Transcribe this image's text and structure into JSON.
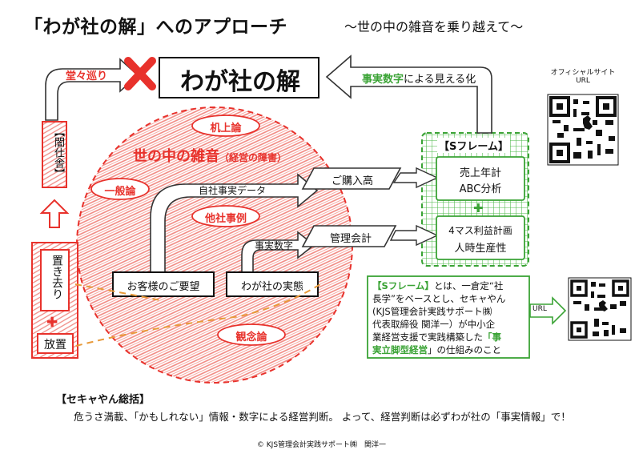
{
  "header": {
    "title": "「わが社の解」へのアプローチ",
    "subtitle": "～世の中の雑音を乗り越えて～"
  },
  "top": {
    "goal_box": "わが社の解",
    "loop_label": "堂々巡り",
    "fact_arrow_emphasis": "事実数字",
    "fact_arrow_rest": "による見える化"
  },
  "qr_top": {
    "label_line1": "オフィシャルサイト",
    "label_line2": "URL"
  },
  "left_column": {
    "closet": "【闇仕舎】",
    "leave": "置き去り",
    "neglect": "放置"
  },
  "noise": {
    "title": "世の中の雑音",
    "title_note": "（経営の障害）",
    "desk_theory": "机上論",
    "general_theory": "一般論",
    "other_cases": "他社事例",
    "idea_theory": "観念論"
  },
  "flow": {
    "own_data": "自社事実データ",
    "purchases": "ご購入高",
    "fact_numbers": "事実数字",
    "mgmt_accounting": "管理会計",
    "customer_needs": "お客様のご要望",
    "company_reality": "わが社の実態"
  },
  "s_frame": {
    "title": "【Sフレーム】",
    "box1_line1": "売上年計",
    "box1_line2": "ABC分析",
    "box2_line1": "4マス利益計画",
    "box2_line2": "人時生産性",
    "plus": "✚"
  },
  "description": {
    "line1_a": "【Sフレーム】",
    "line1_b": "とは、一倉定“社",
    "line2": "長学”をベースとし、セキャやん",
    "line3": "(KJS管理会計実践サポート㈱",
    "line4": "代表取締役 関洋一）が中小企",
    "line5": "業経営支援で実践構築した",
    "line5_em": "「事",
    "line6_em": "実立脚型経営",
    "line6_rest": "」の仕組みのこと"
  },
  "qr_bottom": {
    "arrow_label": "URL"
  },
  "summary": {
    "heading": "【セキャやん総括】",
    "text": "危うさ満載、「かもしれない」情報・数字による経営判断。 よって、経営判断は必ずわが社の「事実情報」で！"
  },
  "footer": {
    "copyright": "© KJS管理会計実践サポート㈱　関洋一"
  },
  "colors": {
    "red": "#e8322c",
    "green": "#3aa335",
    "black": "#111111"
  }
}
